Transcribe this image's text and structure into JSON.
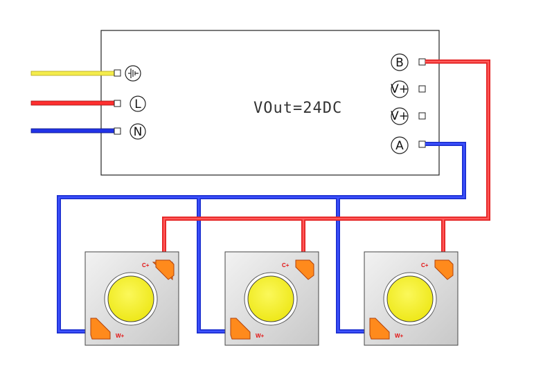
{
  "driver": {
    "output_label": "VOut=24DC",
    "input_terminals": [
      {
        "id": "earth",
        "icon": "earth-ground-icon",
        "wire_color": "#f2e84a"
      },
      {
        "id": "L",
        "label": "L",
        "wire_color": "#e8262a"
      },
      {
        "id": "N",
        "label": "N",
        "wire_color": "#1b2fd6"
      }
    ],
    "output_terminals": [
      {
        "id": "B",
        "label": "B"
      },
      {
        "id": "V1",
        "label": "V+"
      },
      {
        "id": "V2",
        "label": "V+"
      },
      {
        "id": "A",
        "label": "A"
      }
    ]
  },
  "led_modules": [
    {
      "cathode_label": "C+",
      "anode_label": "W+"
    },
    {
      "cathode_label": "C+",
      "anode_label": "W+"
    },
    {
      "cathode_label": "C+",
      "anode_label": "W+"
    }
  ],
  "colors": {
    "wire_red": "#ff3b3b",
    "wire_blue": "#2b3ff0",
    "wire_yellow": "#f4ec4c",
    "pad_orange": "#ff8a1c",
    "led_yellow": "#f7f21c",
    "tile_gray": "#d9d9d9"
  }
}
